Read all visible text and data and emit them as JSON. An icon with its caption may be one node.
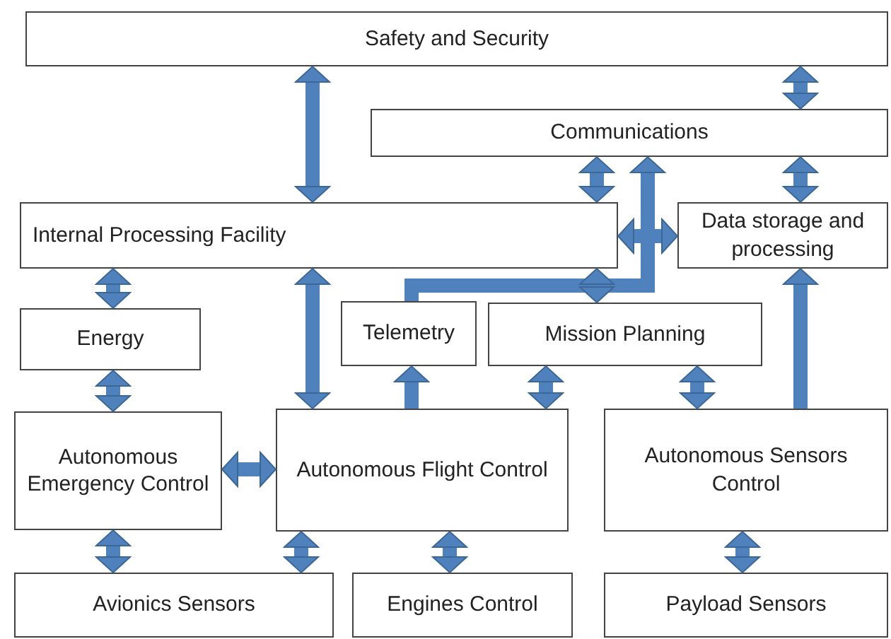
{
  "diagram": {
    "nodes": [
      {
        "text": [
          "Safety and Security"
        ]
      },
      {
        "text": [
          "Communications"
        ]
      },
      {
        "text": [
          "Internal Processing Facility"
        ]
      },
      {
        "text": [
          "Data storage and processing"
        ]
      },
      {
        "text": [
          "Energy"
        ]
      },
      {
        "text": [
          "Telemetry"
        ]
      },
      {
        "text": [
          "Mission Planning"
        ]
      },
      {
        "text": [
          "Autonomous Emergency Control"
        ]
      },
      {
        "text": [
          "Autonomous Flight Control"
        ]
      },
      {
        "text": [
          "Autonomous Sensors Control"
        ]
      },
      {
        "text": [
          "Avionics Sensors"
        ]
      },
      {
        "text": [
          "Engines Control"
        ]
      },
      {
        "text": [
          "Payload Sensors"
        ]
      }
    ],
    "edges": [
      {
        "from": 0,
        "to": 2,
        "arrow": "both"
      },
      {
        "from": 0,
        "to": 1,
        "arrow": "both"
      },
      {
        "from": 1,
        "to": 2,
        "arrow": "both"
      },
      {
        "from": 1,
        "to": 3,
        "arrow": "both"
      },
      {
        "from": 2,
        "to": 3,
        "arrow": "both"
      },
      {
        "from": 5,
        "to": 1,
        "arrow": "to"
      },
      {
        "from": 2,
        "to": 6,
        "arrow": "both"
      },
      {
        "from": 2,
        "to": 4,
        "arrow": "both"
      },
      {
        "from": 2,
        "to": 8,
        "arrow": "both"
      },
      {
        "from": 4,
        "to": 7,
        "arrow": "both"
      },
      {
        "from": 8,
        "to": 5,
        "arrow": "to"
      },
      {
        "from": 6,
        "to": 8,
        "arrow": "both"
      },
      {
        "from": 6,
        "to": 9,
        "arrow": "both"
      },
      {
        "from": 9,
        "to": 3,
        "arrow": "to"
      },
      {
        "from": 7,
        "to": 8,
        "arrow": "both"
      },
      {
        "from": 7,
        "to": 10,
        "arrow": "both"
      },
      {
        "from": 8,
        "to": 10,
        "arrow": "both"
      },
      {
        "from": 8,
        "to": 11,
        "arrow": "both"
      },
      {
        "from": 9,
        "to": 12,
        "arrow": "both"
      }
    ]
  }
}
